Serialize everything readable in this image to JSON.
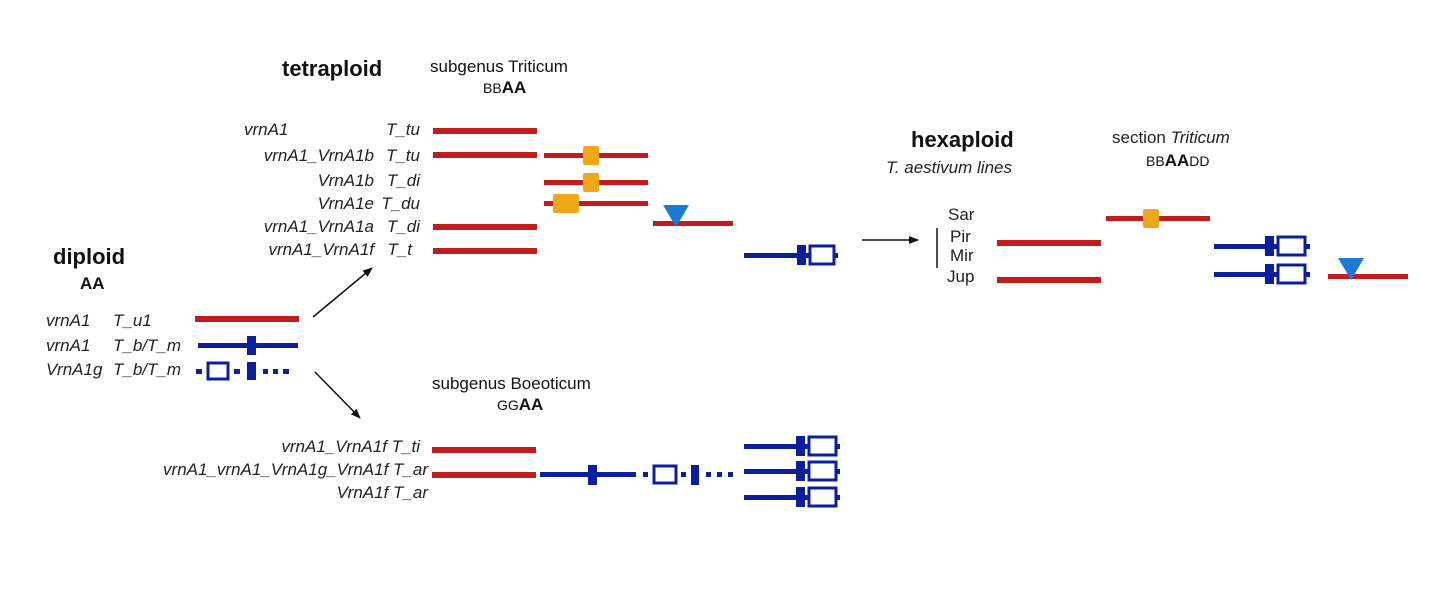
{
  "colors": {
    "red": "#c41b1b",
    "blue": "#0b1f9c",
    "orange": "#f0a818",
    "triangle": "#1a7ad6"
  },
  "headers": {
    "tetraploid": "tetraploid",
    "diploid": "diploid",
    "diploid_genome": "AA",
    "hexaploid": "hexaploid",
    "hexaploid_lines": "T. aestivum lines"
  },
  "sections": {
    "triticum_sub": "subgenus Triticum",
    "triticum_genome_pre": "BB",
    "triticum_genome_bold": "AA",
    "boeoticum_sub": "subgenus Boeoticum",
    "boeoticum_genome_pre": "GG",
    "boeoticum_genome_bold": "AA",
    "hex_section_pre": "section ",
    "hex_section_italic": "Triticum",
    "hex_genome_pre": "BB",
    "hex_genome_bold": "AA",
    "hex_genome_post": "DD"
  },
  "diploid_rows": [
    {
      "gene": "vrnA1",
      "species": "T_u1"
    },
    {
      "gene": "vrnA1",
      "species": "T_b/T_m"
    },
    {
      "gene": "VrnA1g",
      "species": "T_b/T_m"
    }
  ],
  "tetraploid_rows": [
    {
      "gene": "vrnA1",
      "species": "T_tu"
    },
    {
      "gene": "vrnA1_VrnA1b",
      "species": "T_tu"
    },
    {
      "gene": "VrnA1b",
      "species": "T_di"
    },
    {
      "gene": "VrnA1e",
      "species": "T_du"
    },
    {
      "gene": "vrnA1_VrnA1a",
      "species": "T_di"
    },
    {
      "gene": "vrnA1_VrnA1f",
      "species": "T_t"
    }
  ],
  "boeoticum_rows": [
    {
      "gene": "vrnA1_VrnA1f",
      "species": "T_ti"
    },
    {
      "gene": "vrnA1_vrnA1_VrnA1g_VrnA1f",
      "species": "T_ar"
    },
    {
      "gene": "VrnA1f",
      "species": "T_ar"
    }
  ],
  "hexaploid_lines": [
    "Sar",
    "Pir",
    "Mir",
    "Jup"
  ]
}
